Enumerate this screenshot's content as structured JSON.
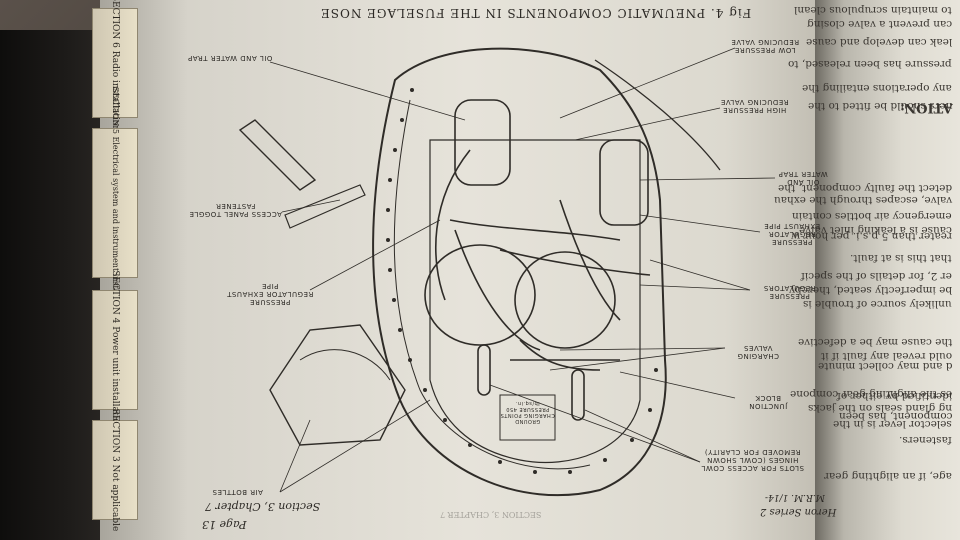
{
  "header": {
    "figure_title": "Fig 4. PNEUMATIC COMPONENTS IN THE FUSELAGE NOSE",
    "page_ref": "Page 13",
    "section_ref": "Section 3, Chapter 7",
    "book_ref_line1": "Heron Series 2",
    "book_ref_line2": "M.R.M. 1/14-"
  },
  "tabs": [
    {
      "label": "SECTION 6 Radio installation"
    },
    {
      "label": "SECTION 5 Electrical system and instrument installation"
    },
    {
      "label": "SECTION 4 Power unit installation"
    },
    {
      "label": "SECTION 3 Not applicable"
    }
  ],
  "callouts": {
    "oil_and_water_trap_left": "OIL AND WATER TRAP",
    "low_pressure_reducing_valve": "LOW PRESSURE REDUCING VALVE",
    "high_pressure_reducing_valve": "HIGH PRESSURE REDUCING VALVE",
    "oil_and_water_trap_right": "OIL AND WATER TRAP",
    "access_panel_toggle_fastener": "ACCESS PANEL TOGGLE FASTENER",
    "pressure_regulator_exhaust_pipe_right": "PRESSURE REGULATOR EXHAUST PIPE",
    "pressure_regulator_exhaust_pipe_left": "PRESSURE REGULATOR EXHAUST PIPE",
    "pressure_regulators": "PRESSURE REGULATORS",
    "charging_valves": "CHARGING VALVES",
    "junction_block": "JUNCTION BLOCK",
    "slots_note": "SLOTS FOR ACCESS COWL HINGES (COWL SHOWN REMOVED FOR CLARITY)",
    "air_bottles": "AIR BOTTLES",
    "placard": "GROUND CHARGING POINTS PRESSURE 450 lb/sq.in."
  },
  "page_text": {
    "heading": "ATION:",
    "lines": [
      "to maintain scrupulous cleanl",
      "can prevent a valve closing",
      "leak can develop and cause",
      "pressure has been released, to",
      "any operations entailing the",
      "ners should be fitted to the",
      "detect the faulty component, the",
      "valve, escapes through the exhau",
      "emergency air bottles contain",
      "cause is a leaking inlet valve",
      "reater than 5 p.s.i. per hour w",
      "that this is at fault.",
      "er 2, for details of the specif",
      "be imperfectly seated, thereby",
      "unlikely source of trouble is",
      "the cause may be a defective",
      "ould reveal any fault if it",
      "d and may collect minute",
      "es the alighting gear compone",
      "ng gland seals on the jacks",
      "identified by either of",
      "component, has been",
      "selector lever is in the",
      "fasteners.",
      "age, if an alighting gear"
    ]
  },
  "footer": {
    "section_heading": "SECTION 3, CHAPTER 7"
  }
}
